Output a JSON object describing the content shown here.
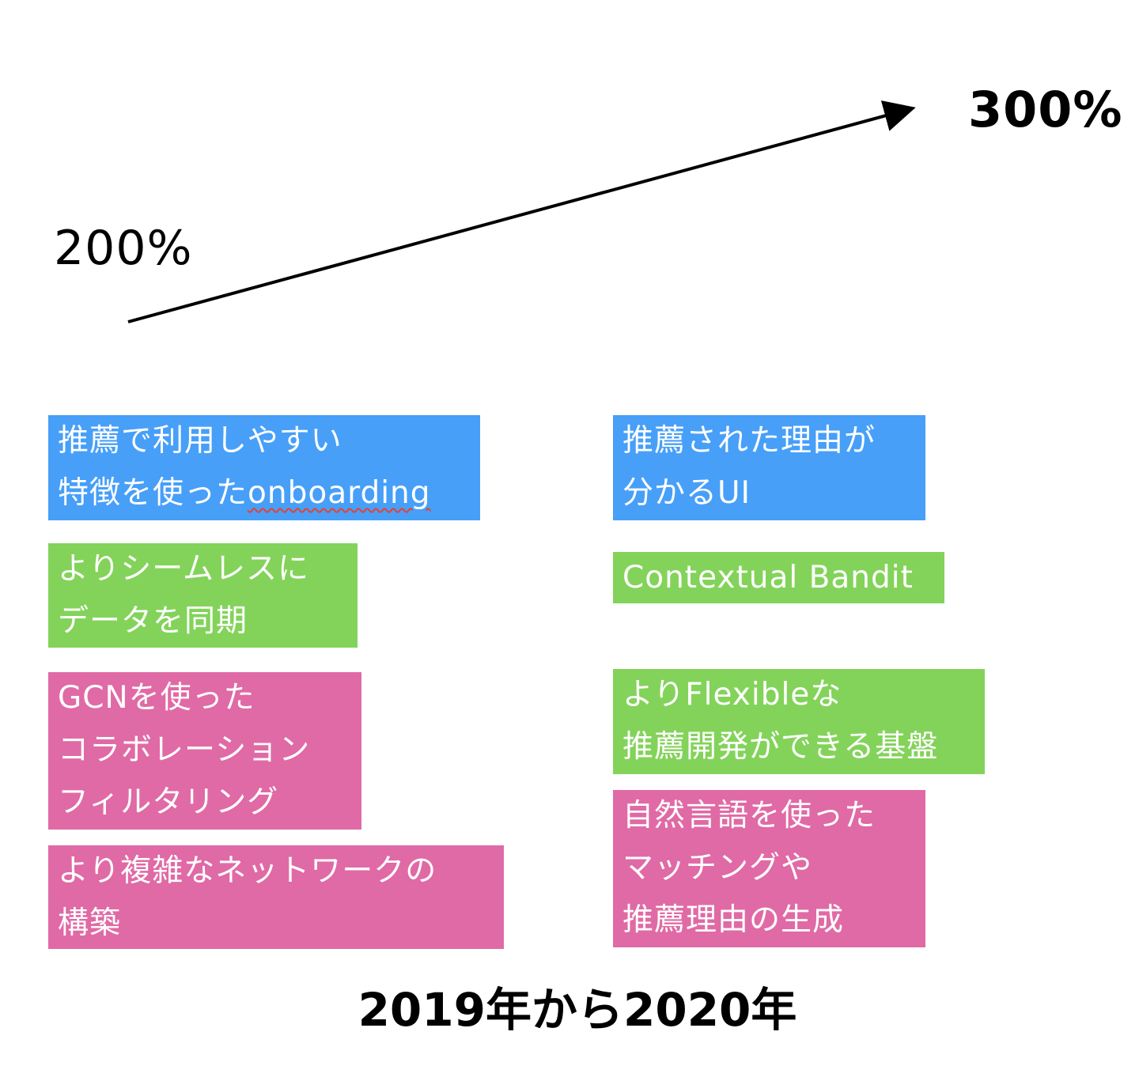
{
  "colors": {
    "blue": "#479ff8",
    "green": "#83d35a",
    "pink": "#e06aa5",
    "arrow": "#000000"
  },
  "growth": {
    "start_label": "200%",
    "end_label": "300%"
  },
  "left_column": [
    {
      "color": "blue",
      "lines": [
        "推薦で利用しやすい",
        "特徴を使った",
        "onboarding"
      ]
    },
    {
      "color": "green",
      "lines": [
        "よりシームレスに",
        "データを同期"
      ]
    },
    {
      "color": "pink",
      "lines": [
        "GCNを使った",
        "コラボレーション",
        "フィルタリング"
      ]
    },
    {
      "color": "pink",
      "lines": [
        "より複雑なネットワークの",
        "構築"
      ]
    }
  ],
  "right_column": [
    {
      "color": "blue",
      "lines": [
        "推薦された理由が",
        "分かるUI"
      ]
    },
    {
      "color": "green",
      "lines": [
        "Contextual Bandit"
      ]
    },
    {
      "color": "green",
      "lines": [
        "よりFlexibleな",
        "推薦開発ができる基盤"
      ]
    },
    {
      "color": "pink",
      "lines": [
        "自然言語を使った",
        "マッチングや",
        "推薦理由の生成"
      ]
    }
  ],
  "caption": "2019年から2020年"
}
